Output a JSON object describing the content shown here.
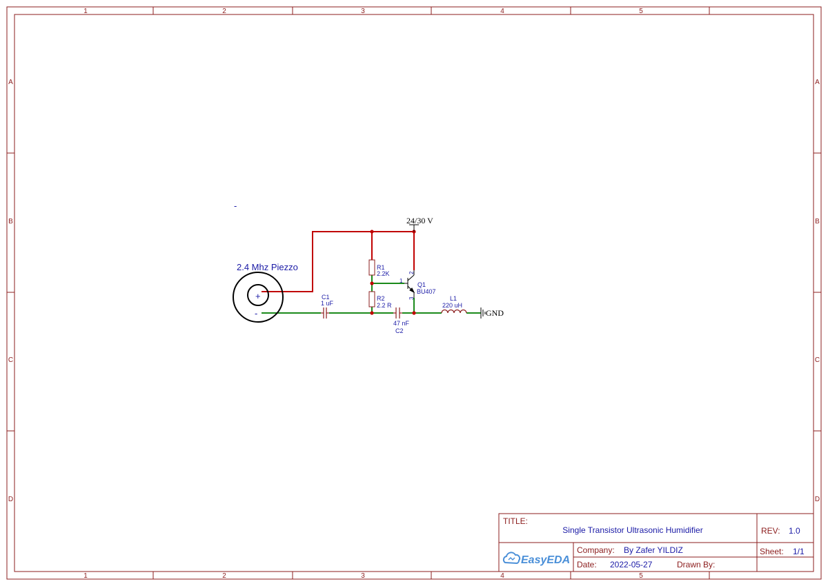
{
  "frame": {
    "columns": [
      "1",
      "2",
      "3",
      "4",
      "5"
    ],
    "rows": [
      "A",
      "B",
      "C",
      "D"
    ]
  },
  "schematic": {
    "stray_mark": "-",
    "piezo": {
      "label": "2.4 Mhz Piezzo",
      "plus": "+",
      "minus": "-"
    },
    "power": {
      "label": "24/30 V"
    },
    "ground": {
      "label": "GND"
    },
    "r1": {
      "ref": "R1",
      "value": "2.2K"
    },
    "r2": {
      "ref": "R2",
      "value": "2.2 R"
    },
    "c1": {
      "ref": "C1",
      "value": "1 uF"
    },
    "c2": {
      "ref": "C2",
      "value": "47 nF"
    },
    "q1": {
      "ref": "Q1",
      "value": "BU407",
      "pin_base": "1",
      "pin_collector": "2",
      "pin_emitter": "3"
    },
    "l1": {
      "ref": "L1",
      "value": "220 uH"
    }
  },
  "title_block": {
    "title_label": "TITLE:",
    "title_value": "Single Transistor Ultrasonic Humidifier",
    "rev_label": "REV:",
    "rev_value": "1.0",
    "company_label": "Company:",
    "company_value": "By Zafer YILDIZ",
    "sheet_label": "Sheet:",
    "sheet_value": "1/1",
    "date_label": "Date:",
    "date_value": "2022-05-27",
    "drawn_label": "Drawn By:",
    "drawn_value": "",
    "logo_text": "EasyEDA"
  },
  "colors": {
    "frame": "#8b1c1c",
    "wire_power": "#c00000",
    "wire_signal": "#1a8a1a",
    "component": "#8b1c1c",
    "text": "#1a1aa6",
    "junction": "#c00000"
  }
}
